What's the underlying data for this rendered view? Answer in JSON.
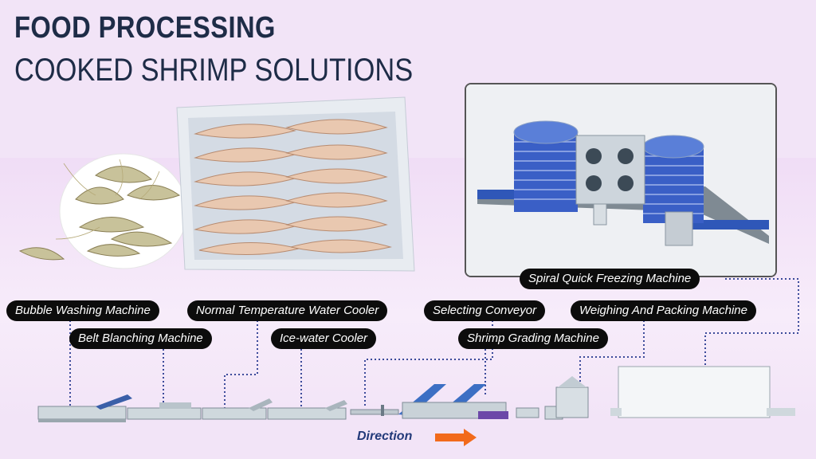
{
  "header": {
    "title": "FOOD PROCESSING",
    "subtitle": "COOKED SHRIMP SOLUTIONS"
  },
  "labels": {
    "bubble_washing": "Bubble Washing Machine",
    "belt_blanching": "Belt Blanching Machine",
    "normal_temp_cooler": "Normal Temperature Water Cooler",
    "ice_water_cooler": "Ice-water Cooler",
    "selecting_conveyor": "Selecting Conveyor",
    "shrimp_grading": "Shrimp Grading Machine",
    "weighing_packing": "Weighing And Packing Machine",
    "spiral_freezing": "Spiral Quick Freezing Machine"
  },
  "flow": {
    "direction_label": "Direction"
  },
  "colors": {
    "title": "#1e2c47",
    "label_bg": "#0c0c0c",
    "connector": "#3b4a9a",
    "arrow": "#f26a1b",
    "background": "#f2e4f7"
  }
}
